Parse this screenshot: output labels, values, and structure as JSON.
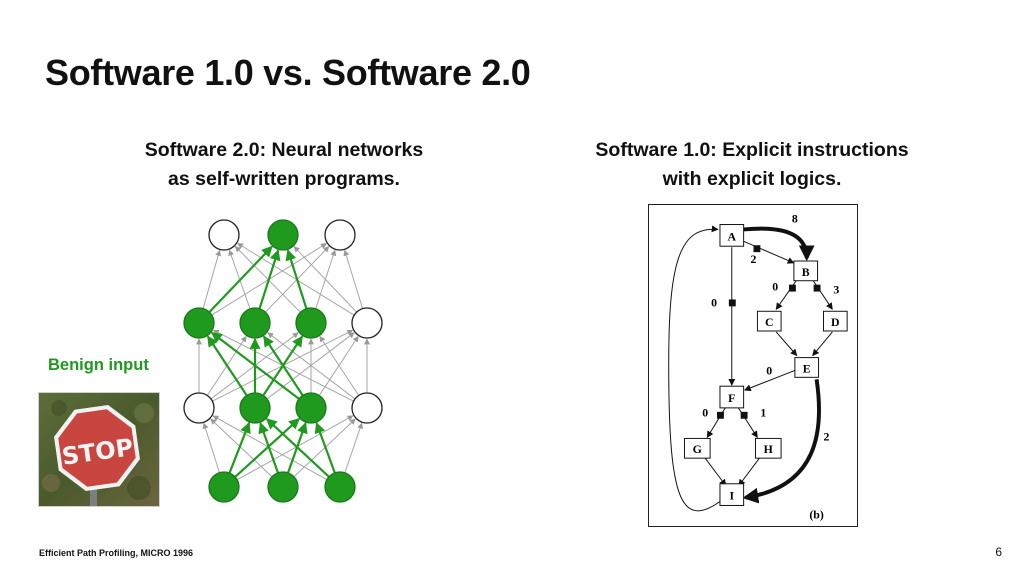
{
  "slide": {
    "title": "Software 1.0 vs. Software 2.0",
    "footer": "Efficient Path Profiling, MICRO 1996",
    "page_number": "6"
  },
  "left": {
    "subtitle_line1": "Software 2.0: Neural networks",
    "subtitle_line2": "as self-written programs.",
    "benign_label": "Benign input",
    "stop_sign_text": "STOP",
    "accent_color": "#1f9a1f"
  },
  "right": {
    "subtitle_line1": "Software 1.0: Explicit instructions",
    "subtitle_line2": "with explicit logics.",
    "diagram_caption": "(b)",
    "nodes": [
      "A",
      "B",
      "C",
      "D",
      "E",
      "F",
      "G",
      "H",
      "I"
    ],
    "edge_labels": {
      "a_to_b_thick": "8",
      "a_to_b": "2",
      "a_to_f": "0",
      "b_to_c": "0",
      "b_to_d": "3",
      "c_to_e": "0",
      "e_to_i": "2",
      "f_to_g": "0",
      "f_to_h": "1"
    }
  }
}
